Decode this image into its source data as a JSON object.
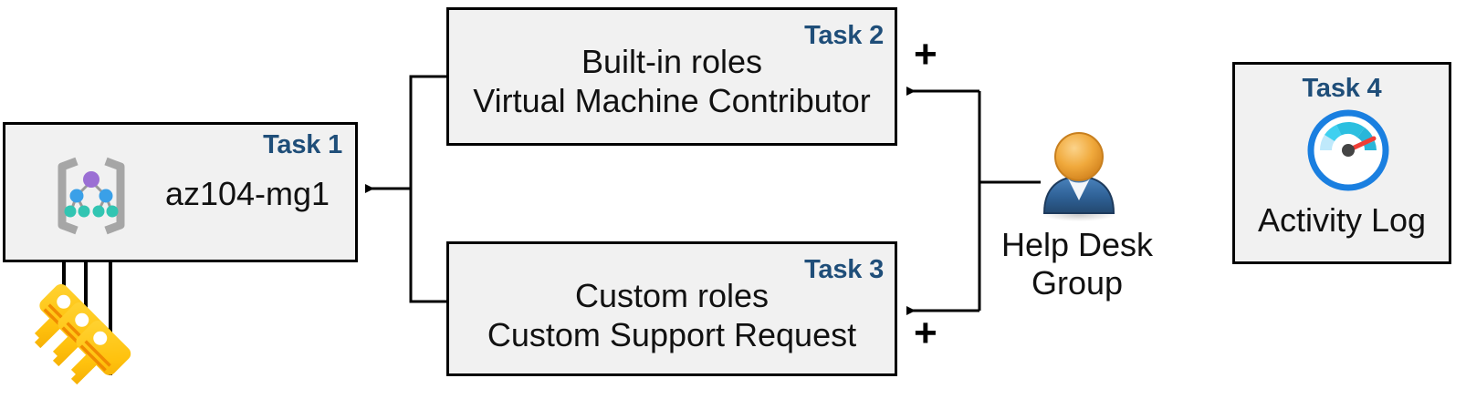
{
  "diagram": {
    "title": "Azure RBAC task diagram",
    "accent_color": "#1f4e79",
    "box_fill": "#f1f1f1",
    "box_border": "#000000"
  },
  "task1": {
    "tag": "Task 1",
    "label": "az104-mg1",
    "icon": "management-group-icon"
  },
  "task2": {
    "tag": "Task 2",
    "line1": "Built-in roles",
    "line2": "Virtual Machine Contributor",
    "plus": "+"
  },
  "task3": {
    "tag": "Task 3",
    "line1": "Custom roles",
    "line2": "Custom Support Request",
    "plus": "+"
  },
  "task4": {
    "tag": "Task 4",
    "label": "Activity Log",
    "icon": "gauge-icon"
  },
  "group": {
    "line1": "Help Desk",
    "line2": "Group",
    "icon": "user-group-icon"
  },
  "keys": {
    "icon": "keys-icon",
    "count": 3
  }
}
